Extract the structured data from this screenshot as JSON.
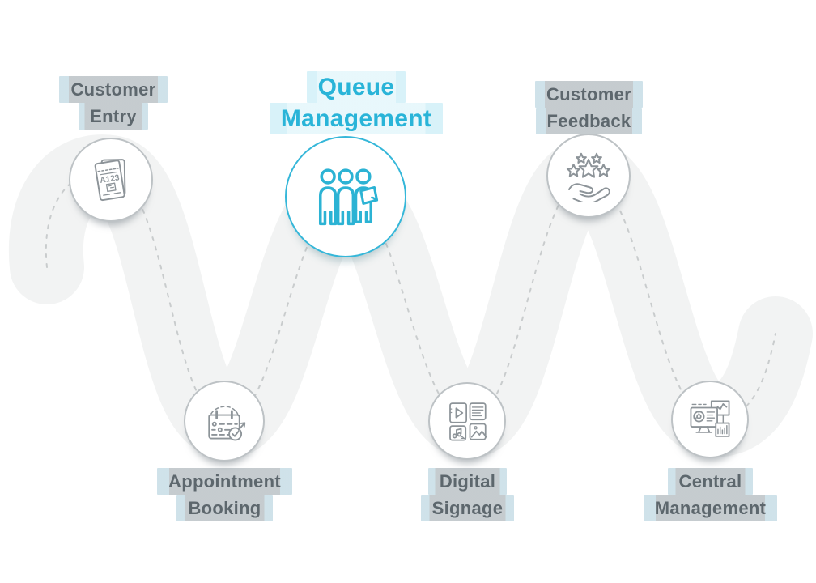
{
  "diagram": {
    "name": "queue-management-flow",
    "colors": {
      "accent": "#29b4d8",
      "icon_gray": "#8d9499",
      "label_gray": "#5d676d",
      "ribbon": "#f2f3f3",
      "dashed_line": "#c9cccd"
    },
    "nodes": [
      {
        "label_line1": "Customer",
        "label_line2": "Entry",
        "icon": "queue-ticket-icon",
        "ticket_number": "A123",
        "highlighted": false
      },
      {
        "label_line1": "Queue",
        "label_line2": "Management",
        "icon": "queue-people-icon",
        "highlighted": true
      },
      {
        "label_line1": "Customer",
        "label_line2": "Feedback",
        "icon": "feedback-stars-hand-icon",
        "highlighted": false
      },
      {
        "label_line1": "Appointment",
        "label_line2": "Booking",
        "icon": "appointment-calendar-icon",
        "highlighted": false
      },
      {
        "label_line1": "Digital",
        "label_line2": "Signage",
        "icon": "media-content-icon",
        "highlighted": false
      },
      {
        "label_line1": "Central",
        "label_line2": "Management",
        "icon": "analytics-monitor-icon",
        "highlighted": false
      }
    ]
  }
}
